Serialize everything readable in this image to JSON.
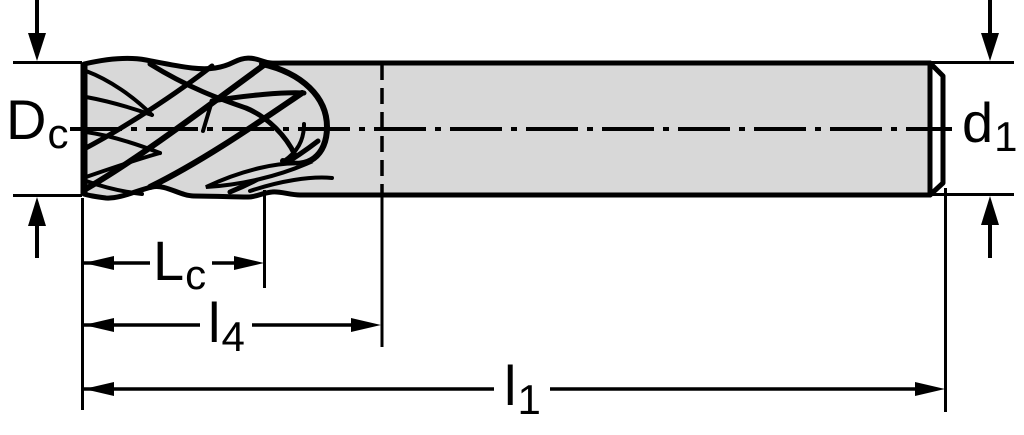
{
  "diagram": {
    "colors": {
      "body_fill": "#d8d8d8",
      "line": "#000000",
      "background": "#ffffff"
    },
    "dimensions": {
      "cutting_diameter": {
        "symbol": "D",
        "subscript": "c"
      },
      "shank_diameter": {
        "symbol": "d",
        "subscript": "1"
      },
      "cutting_length": {
        "symbol": "L",
        "subscript": "c"
      },
      "usable_length": {
        "symbol": "l",
        "subscript": "4"
      },
      "overall_length": {
        "symbol": "l",
        "subscript": "1"
      }
    }
  }
}
